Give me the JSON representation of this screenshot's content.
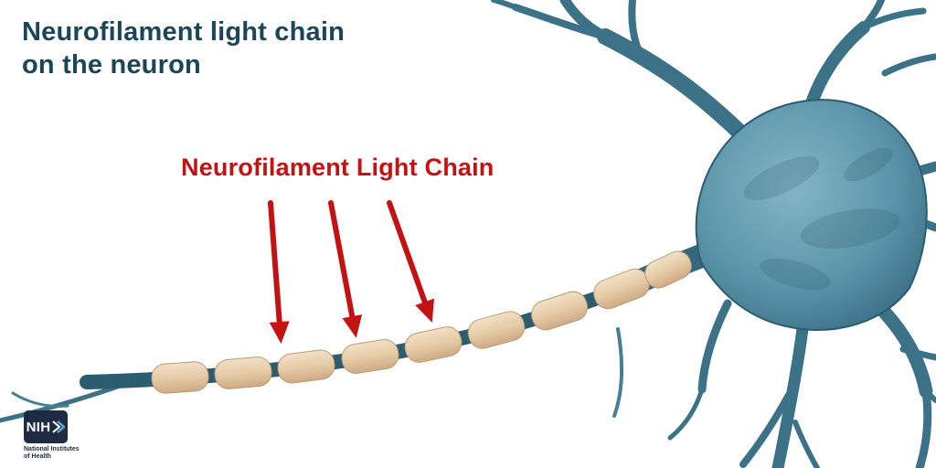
{
  "title": {
    "line1": "Neurofilament light chain",
    "line2": "on the neuron"
  },
  "annotation": {
    "label": "Neurofilament Light Chain"
  },
  "logo": {
    "acronym": "NIH",
    "caption_line1": "National Institutes",
    "caption_line2": "of Health"
  },
  "colors": {
    "background": "#ffffff",
    "title_text": "#1b4559",
    "annotation_red": "#c41112",
    "neuron_teal": "#3c7287",
    "axon_dark_teal": "#2b5c70",
    "myelin_tan": "#e6cba6",
    "nih_box_navy": "#1f2b45"
  }
}
